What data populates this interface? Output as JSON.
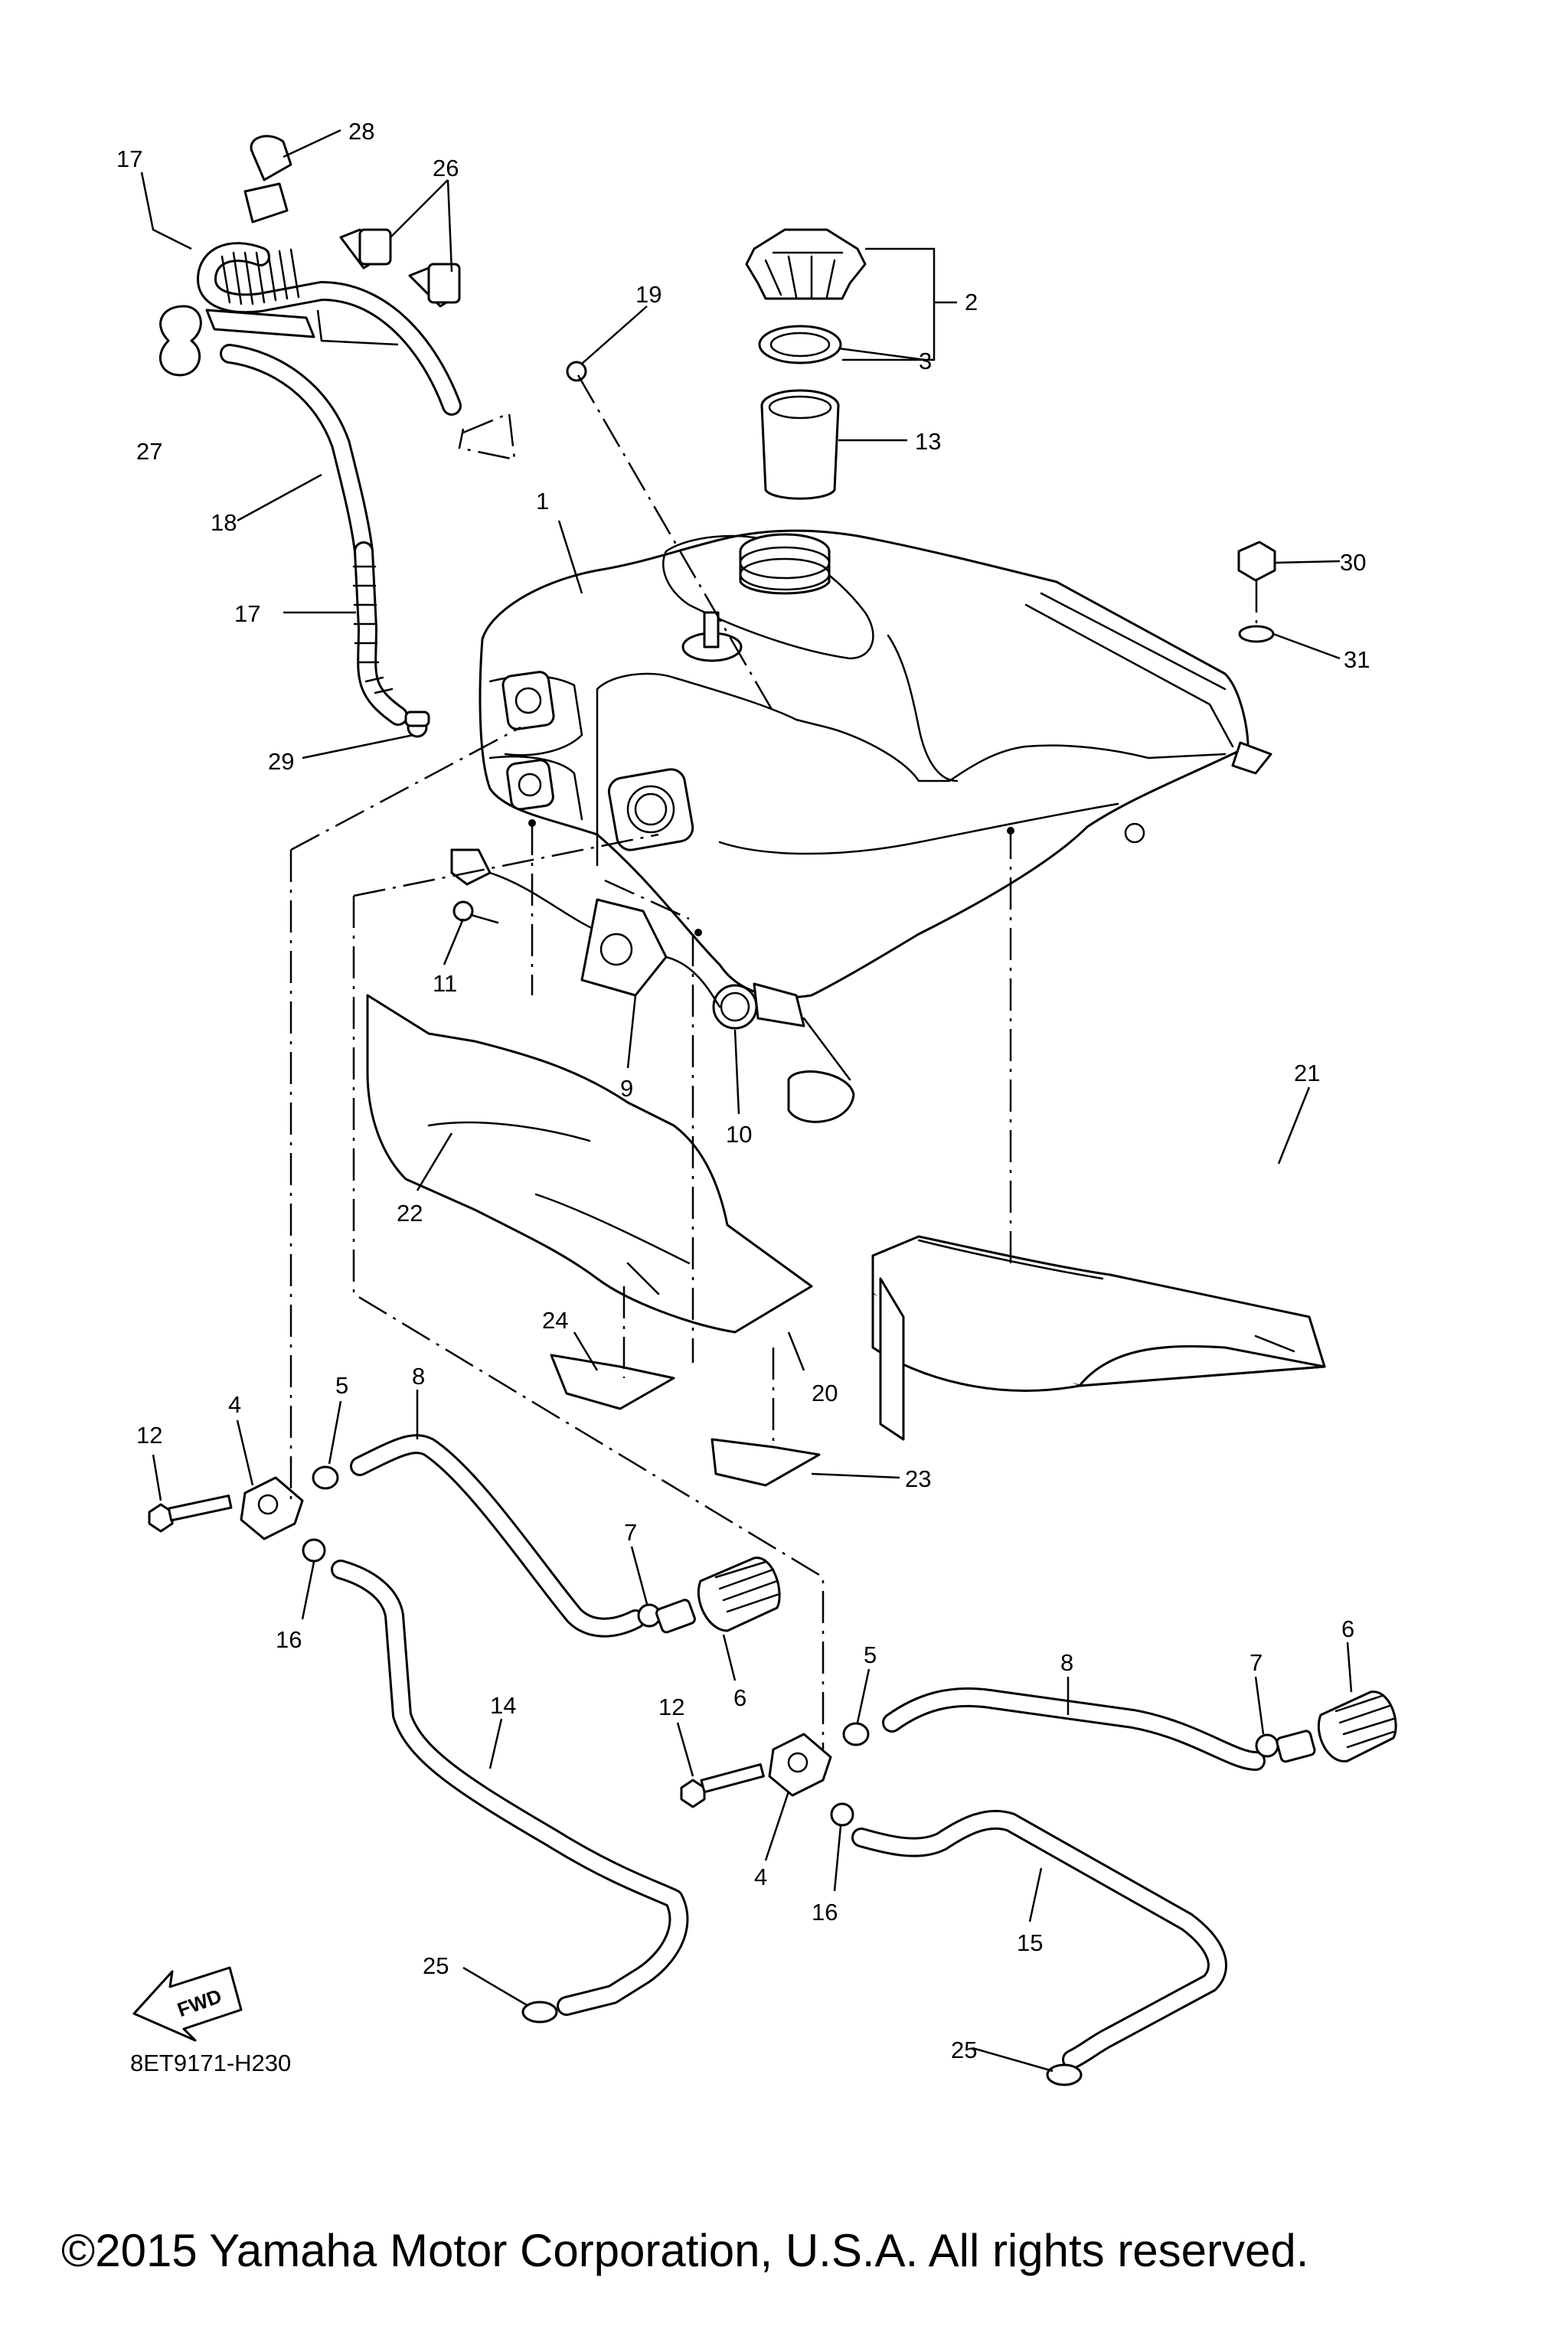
{
  "diagram": {
    "callouts": [
      "1",
      "2",
      "3",
      "4",
      "4",
      "5",
      "5",
      "6",
      "6",
      "7",
      "7",
      "8",
      "8",
      "9",
      "10",
      "11",
      "12",
      "12",
      "13",
      "14",
      "15",
      "16",
      "16",
      "17",
      "17",
      "18",
      "19",
      "20",
      "21",
      "22",
      "23",
      "24",
      "25",
      "25",
      "26",
      "27",
      "28",
      "29",
      "30",
      "31"
    ],
    "drawing_code": "8ET9171-H230",
    "direction_label": "FWD",
    "copyright": "©2015 Yamaha Motor Corporation, U.S.A. All rights reserved."
  }
}
